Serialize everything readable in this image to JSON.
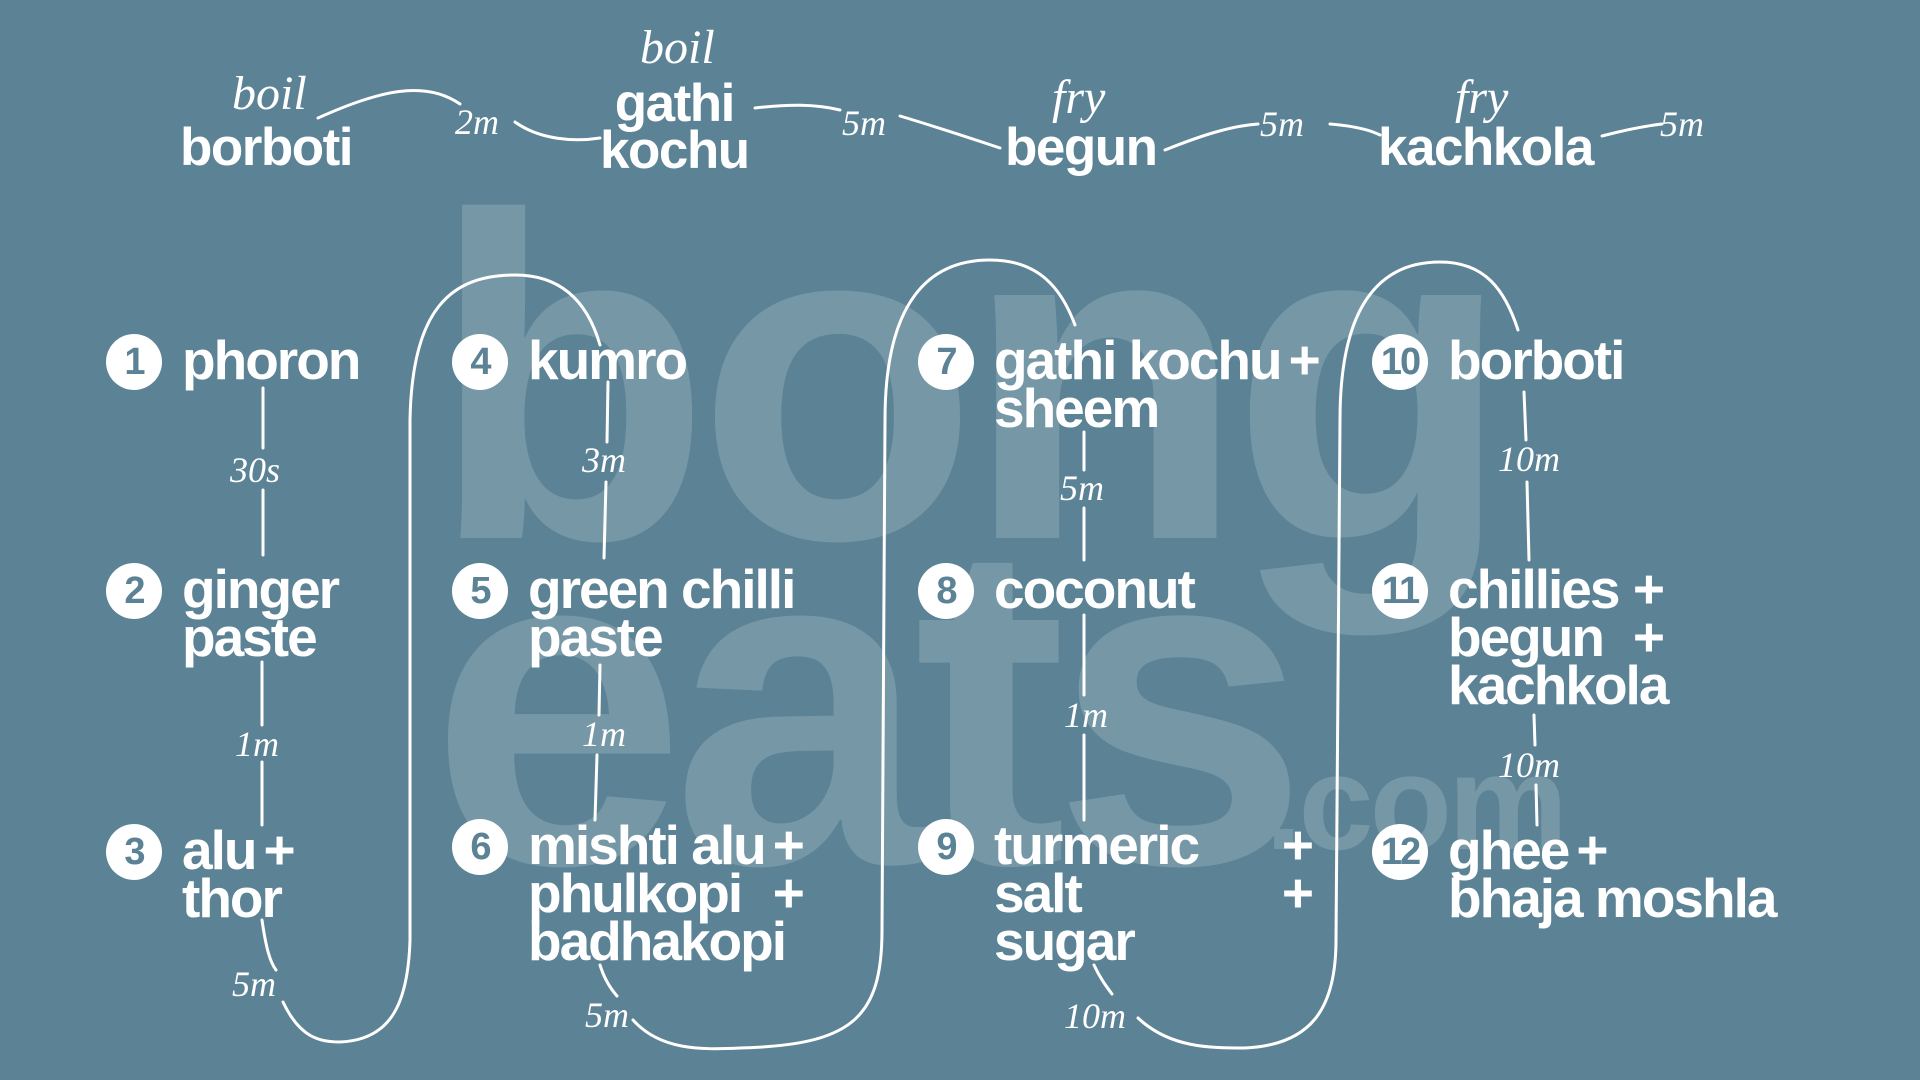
{
  "watermark": {
    "word1": "bong",
    "word2": "eats",
    "suffix": ".com"
  },
  "prep": [
    {
      "verb": "boil",
      "lines": [
        "borboti"
      ]
    },
    {
      "verb": "boil",
      "lines": [
        "gathi",
        "kochu"
      ]
    },
    {
      "verb": "fry",
      "lines": [
        "begun"
      ]
    },
    {
      "verb": "fry",
      "lines": [
        "kachkola"
      ]
    }
  ],
  "prep_times": [
    "2m",
    "5m",
    "5m",
    "5m"
  ],
  "steps": [
    {
      "number": "1",
      "lines": [
        {
          "text": "phoron",
          "plus": ""
        }
      ]
    },
    {
      "number": "2",
      "lines": [
        {
          "text": "ginger",
          "plus": ""
        },
        {
          "text": "paste",
          "plus": ""
        }
      ]
    },
    {
      "number": "3",
      "lines": [
        {
          "text": "alu",
          "plus": "+"
        },
        {
          "text": "thor",
          "plus": ""
        }
      ]
    },
    {
      "number": "4",
      "lines": [
        {
          "text": "kumro",
          "plus": ""
        }
      ]
    },
    {
      "number": "5",
      "lines": [
        {
          "text": "green chilli",
          "plus": ""
        },
        {
          "text": "paste",
          "plus": ""
        }
      ]
    },
    {
      "number": "6",
      "lines": [
        {
          "text": "mishti alu",
          "plus": "+"
        },
        {
          "text": "phulkopi",
          "plus": "+"
        },
        {
          "text": "badhakopi",
          "plus": ""
        }
      ]
    },
    {
      "number": "7",
      "lines": [
        {
          "text": "gathi kochu",
          "plus": "+"
        },
        {
          "text": "sheem",
          "plus": ""
        }
      ]
    },
    {
      "number": "8",
      "lines": [
        {
          "text": "coconut",
          "plus": ""
        }
      ]
    },
    {
      "number": "9",
      "lines": [
        {
          "text": "turmeric",
          "plus": "+"
        },
        {
          "text": "salt",
          "plus": "+"
        },
        {
          "text": "sugar",
          "plus": ""
        }
      ]
    },
    {
      "number": "10",
      "lines": [
        {
          "text": "borboti",
          "plus": ""
        }
      ]
    },
    {
      "number": "11",
      "lines": [
        {
          "text": "chillies",
          "plus": "+"
        },
        {
          "text": "begun",
          "plus": "+"
        },
        {
          "text": "kachkola",
          "plus": ""
        }
      ]
    },
    {
      "number": "12",
      "lines": [
        {
          "text": "ghee",
          "plus": "+"
        },
        {
          "text": "bhaja moshla",
          "plus": ""
        }
      ]
    }
  ],
  "step_times": [
    "30s",
    "1m",
    "5m",
    "3m",
    "1m",
    "5m",
    "5m",
    "1m",
    "10m",
    "10m",
    "10m"
  ],
  "colors": {
    "background": "#5c8295",
    "watermark": "#7698a6",
    "foreground": "#ffffff"
  }
}
